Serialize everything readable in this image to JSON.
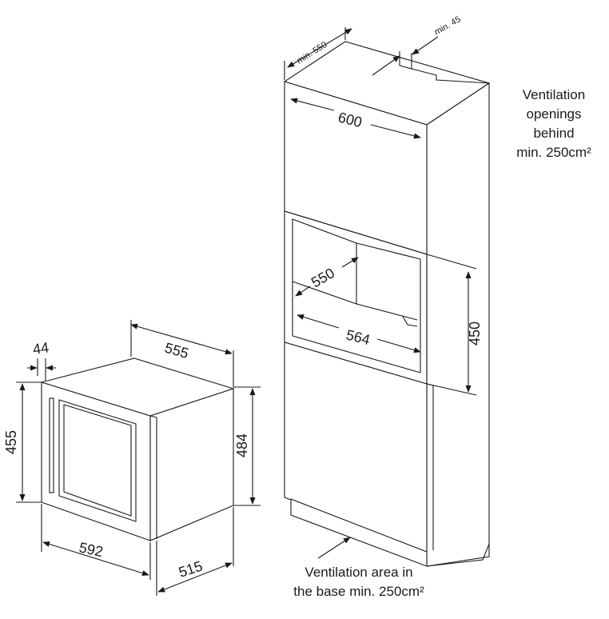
{
  "appliance_dims": {
    "panel_depth": "44",
    "depth": "555",
    "front_height": "455",
    "body_height": "484",
    "front_width": "592",
    "body_depth": "515"
  },
  "cabinet_dims": {
    "min_depth": "min. 550",
    "min_gap": "min. 45",
    "width": "600",
    "niche_depth": "550",
    "niche_width": "564",
    "niche_height": "450"
  },
  "notes": {
    "rear_vent_lines": [
      "Ventilation",
      "openings",
      "behind",
      "min. 250cm²"
    ],
    "base_vent_lines": [
      "Ventilation area in",
      "the base min. 250cm²"
    ]
  },
  "colors": {
    "line": "#1a1a1a",
    "background": "#ffffff"
  }
}
